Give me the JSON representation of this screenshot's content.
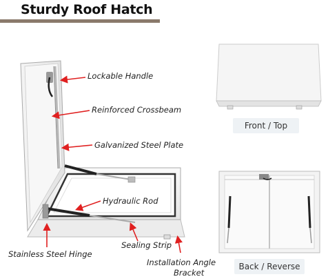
{
  "title": "Sturdy Roof Hatch",
  "callouts": {
    "lockable_handle": "Lockable Handle",
    "reinforced_crossbeam": "Reinforced Crossbeam",
    "galvanized_steel_plate": "Galvanized Steel Plate",
    "hydraulic_rod": "Hydraulic Rod",
    "stainless_steel_hinge": "Stainless Steel Hinge",
    "sealing_strip": "Sealing Strip",
    "installation_angle_bracket_line1": "Installation Angle",
    "installation_angle_bracket_line2": "Bracket"
  },
  "panels": {
    "front_label": "Front / Top",
    "back_label": "Back / Reverse"
  },
  "colors": {
    "arrow": "#e02020",
    "accent": "#8a7a6b",
    "label_bg": "#eef2f5"
  }
}
